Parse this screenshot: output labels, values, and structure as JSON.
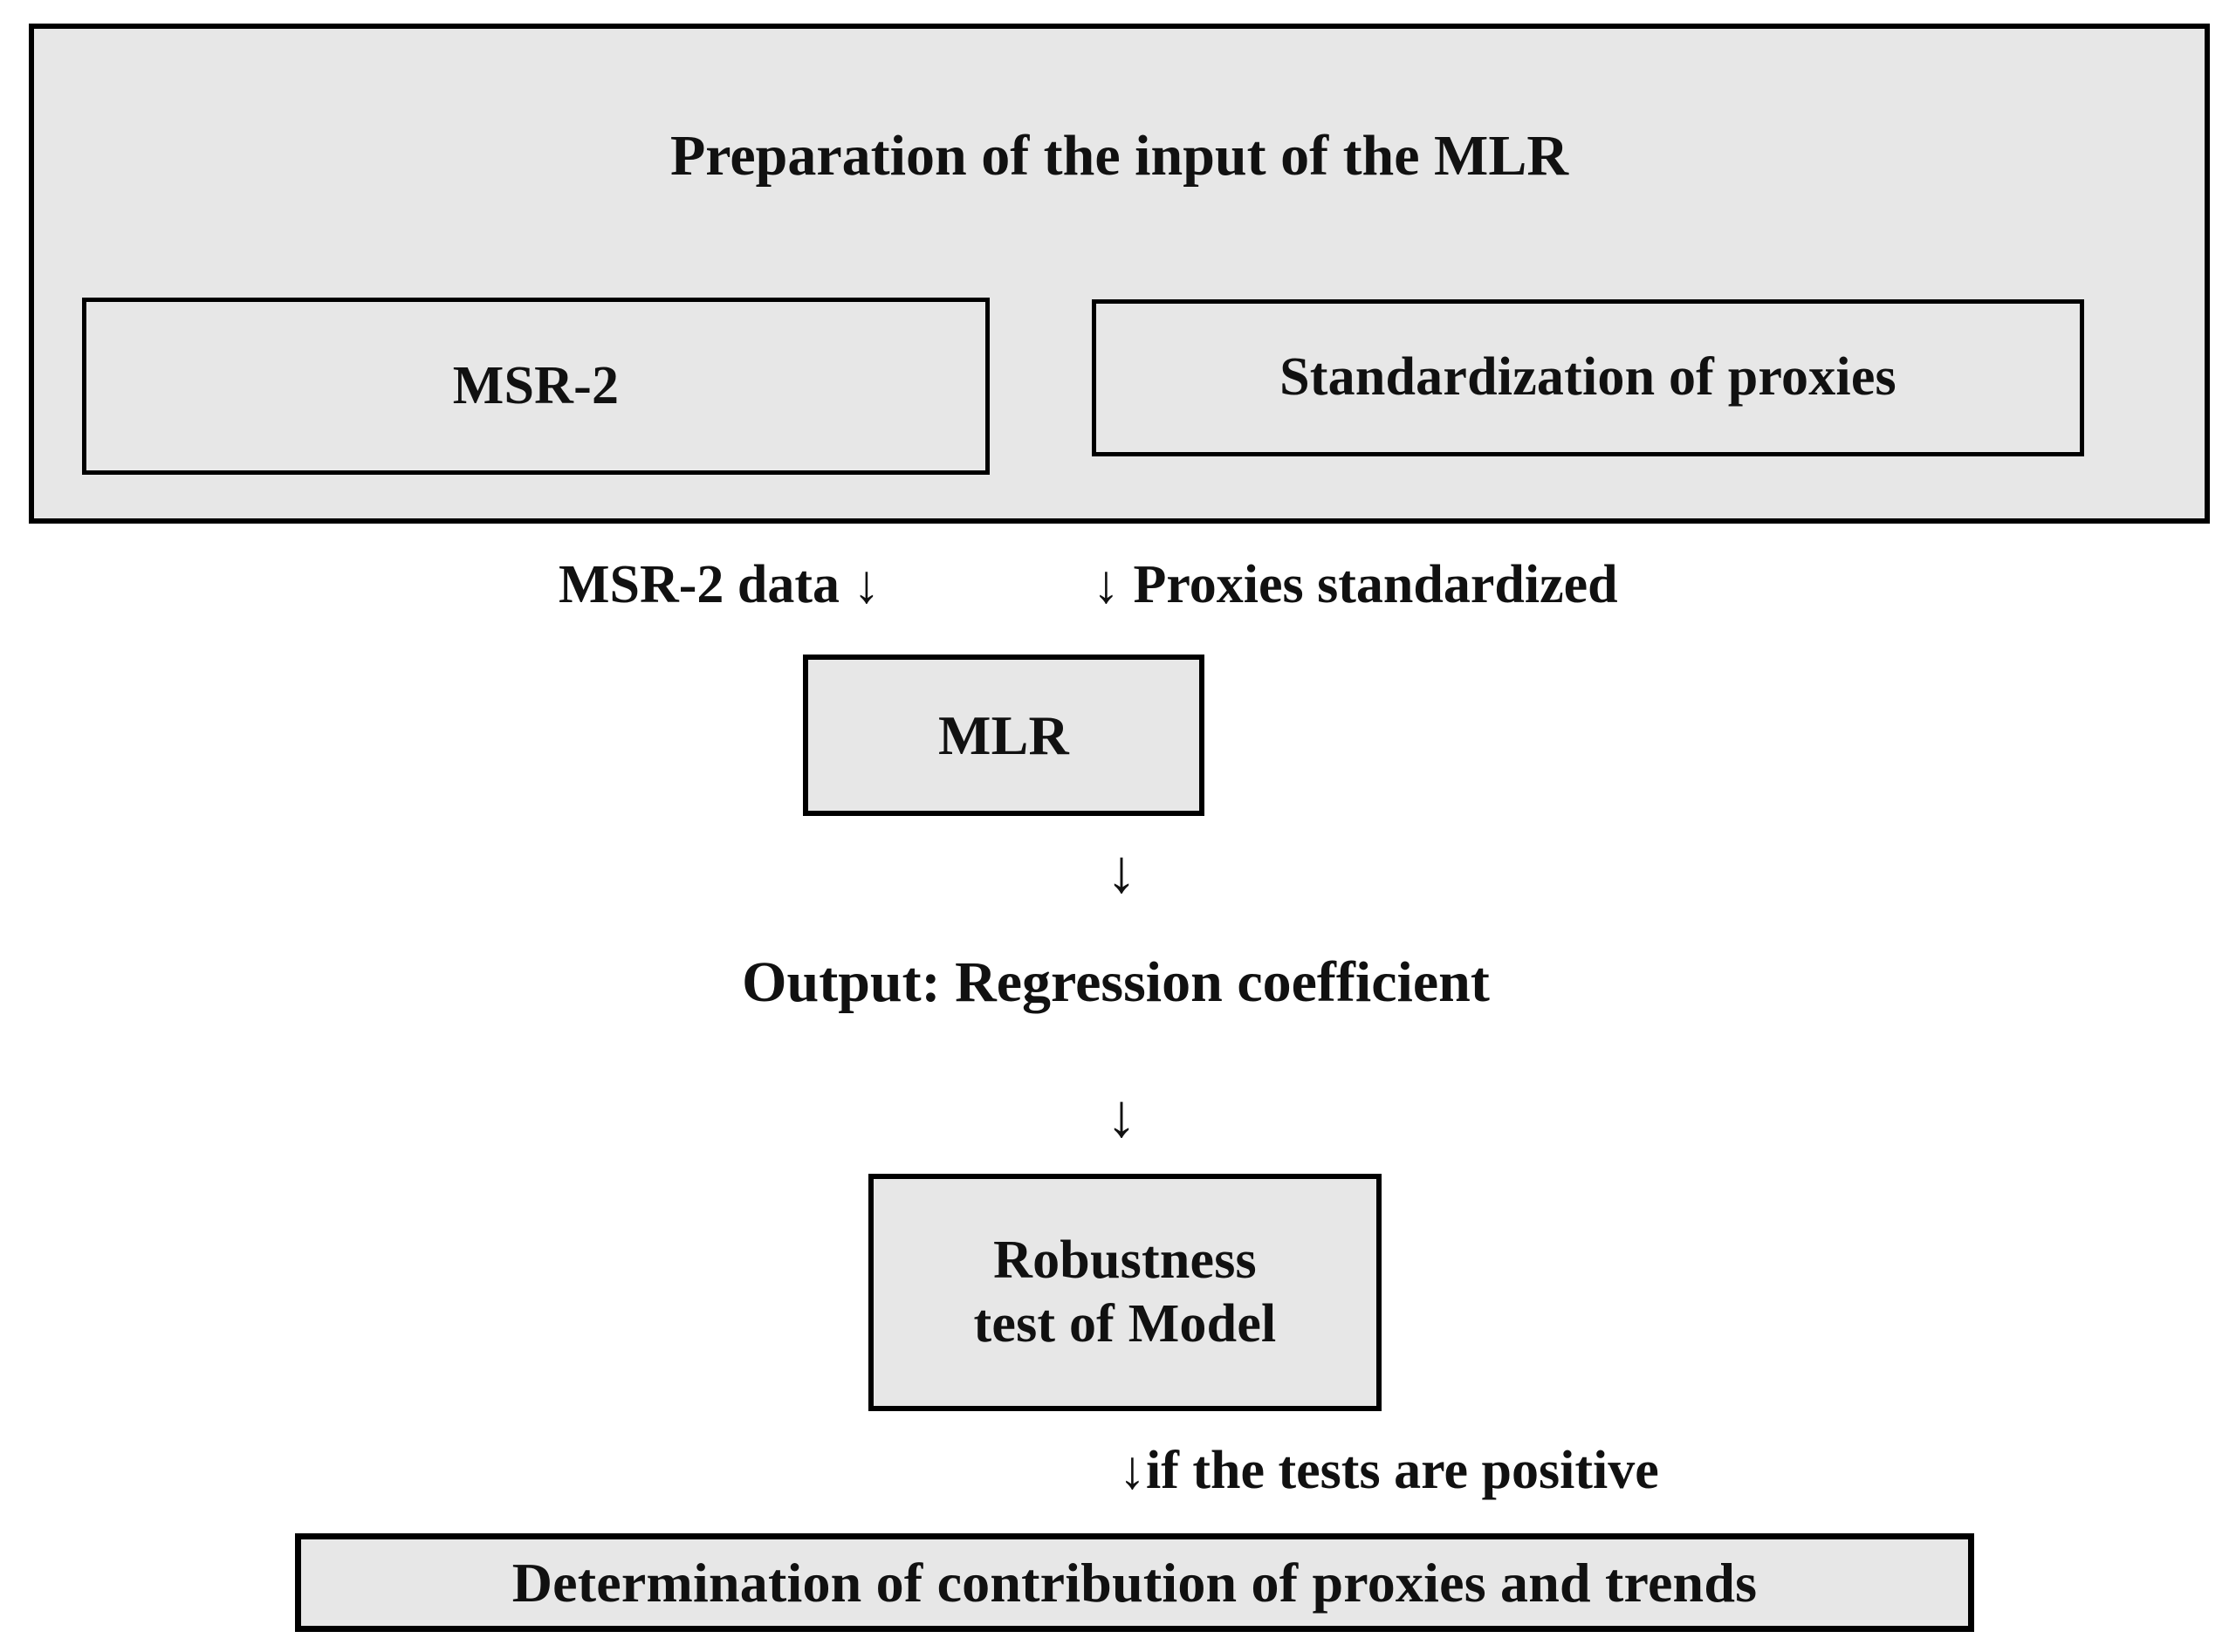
{
  "diagram": {
    "title": "Preparation of the input of the MLR",
    "colors": {
      "box_fill": "#e7e7e7",
      "box_border": "#000000",
      "text": "#111111",
      "background": "#ffffff"
    },
    "prep_group": {
      "title": "Preparation of the input of the MLR",
      "children": [
        {
          "id": "msr2",
          "label": "MSR-2"
        },
        {
          "id": "standardization",
          "label": "Standardization of proxies"
        }
      ]
    },
    "edge_labels": {
      "left_input": "MSR-2 data ↓",
      "right_input": "↓ Proxies standardized",
      "conditional": "↓if the tests are positive"
    },
    "arrows": {
      "mlr_to_output": "↓",
      "output_to_robustness": "↓"
    },
    "nodes": {
      "mlr": "MLR",
      "output": "Output: Regression coefficient",
      "robustness_line1": "Robustness",
      "robustness_line2": "test of Model",
      "determination": "Determination of contribution of proxies and trends"
    }
  }
}
